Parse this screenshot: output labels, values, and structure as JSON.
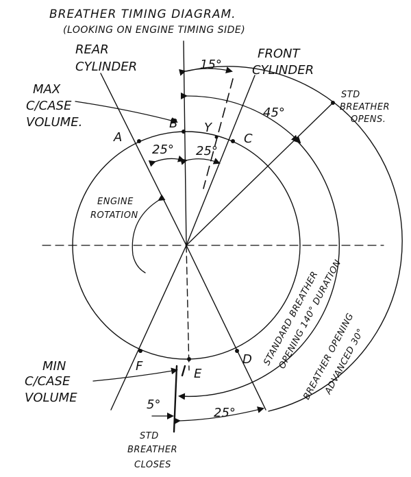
{
  "title": "BREATHER TIMING DIAGRAM.",
  "subtitle": "(LOOKING ON ENGINE TIMING SIDE)",
  "labels": {
    "rear_cylinder": [
      "REAR",
      "CYLINDER"
    ],
    "front_cylinder": [
      "FRONT",
      "CYLINDER"
    ],
    "max_volume": [
      "MAX",
      "C/CASE",
      "VOLUME."
    ],
    "min_volume": [
      "MIN",
      "C/CASE",
      "VOLUME"
    ],
    "std_opens": [
      "STD",
      "BREATHER",
      "OPENS."
    ],
    "std_closes": [
      "STD",
      "BREATHER",
      "CLOSES"
    ],
    "engine_rotation": [
      "ENGINE",
      "ROTATION"
    ],
    "standard_opening": [
      "STANDARD BREATHER",
      "OPENING 140° DURATION"
    ],
    "advanced_opening": [
      "BREATHER OPENING",
      "ADVANCED 30°"
    ]
  },
  "points": {
    "A": "A",
    "B": "B",
    "C": "C",
    "D": "D",
    "E": "E",
    "F": "F",
    "Y": "Y"
  },
  "angles": {
    "a15": "15°",
    "a45": "45°",
    "a25_left": "25°",
    "a25_right": "25°",
    "a5": "5°",
    "a25_bottom": "25°"
  },
  "colors": {
    "ink": "#111111",
    "background": "#ffffff"
  }
}
